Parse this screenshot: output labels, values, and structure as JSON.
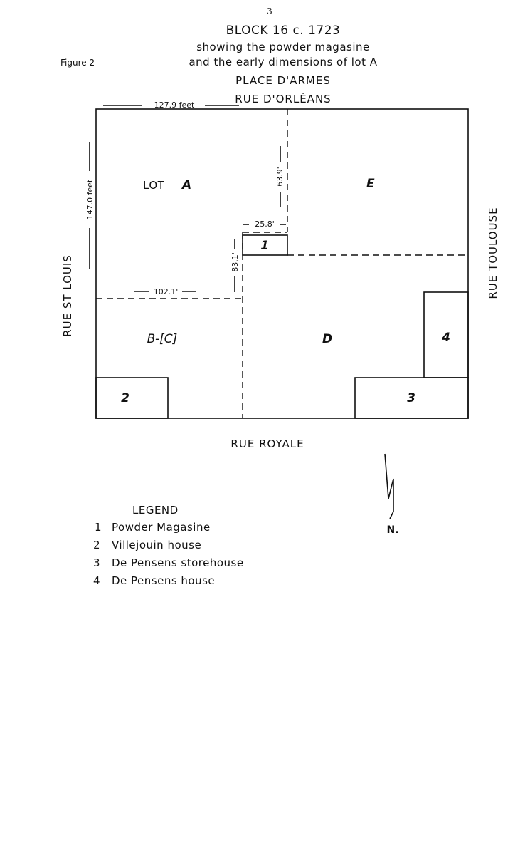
{
  "page_number": "3",
  "figure_label": "Figure 2",
  "title": {
    "line1": "BLOCK 16  c. 1723",
    "line2": "showing the powder magasine",
    "line3": "and the early dimensions of lot A"
  },
  "streets": {
    "north_upper": "PLACE D'ARMES",
    "north": "RUE D'ORLÉANS",
    "south": "RUE ROYALE",
    "west": "RUE ST LOUIS",
    "east": "RUE TOULOUSE"
  },
  "dimensions": {
    "width": "127.9 feet",
    "height": "147.0 feet",
    "d639": "63.9'",
    "d258": "25.8'",
    "d831": "83.1'",
    "d1021": "102.1'"
  },
  "lots": {
    "a_prefix": "LOT",
    "a": "A",
    "e": "E",
    "bc": "B-[C]",
    "d": "D",
    "n1": "1",
    "n2": "2",
    "n3": "3",
    "n4": "4"
  },
  "north_label": "N.",
  "legend": {
    "title": "LEGEND",
    "items": [
      {
        "num": "1",
        "label": "Powder Magasine"
      },
      {
        "num": "2",
        "label": "Villejouin house"
      },
      {
        "num": "3",
        "label": "De Pensens storehouse"
      },
      {
        "num": "4",
        "label": "De Pensens house"
      }
    ]
  }
}
